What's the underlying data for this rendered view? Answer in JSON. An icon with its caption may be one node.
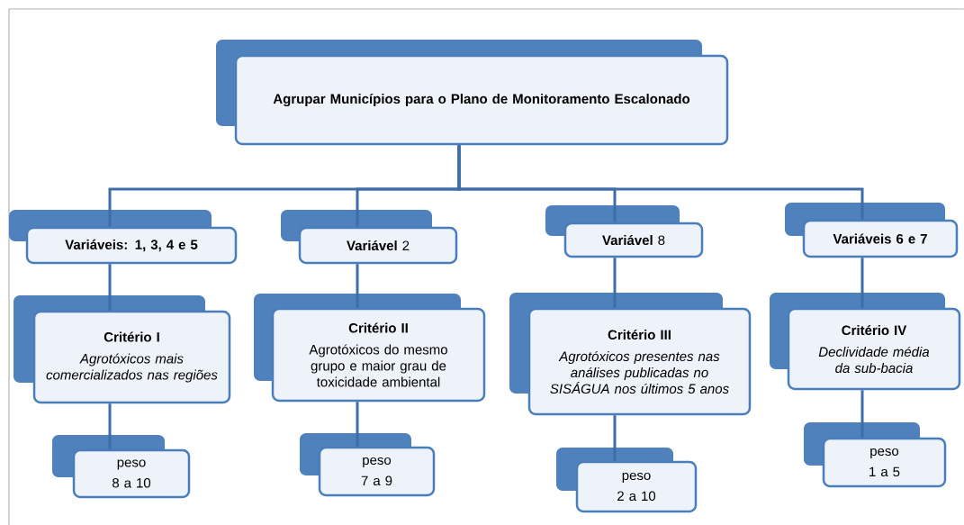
{
  "diagram": {
    "nodes": [
      {
        "text": [
          "Agrupar Municípios para o Plano de Monitoramento Escalonado"
        ]
      },
      {
        "text": [
          "Variáveis: 1, 3, 4 e 5"
        ]
      },
      {
        "text": [
          "**Variável** 2"
        ]
      },
      {
        "text": [
          "**Variável** 8"
        ]
      },
      {
        "text": [
          "Variáveis 6 e 7"
        ]
      },
      {
        "text": [
          "Critério I",
          "Agrotóxicos mais comercializados nas regiões"
        ]
      },
      {
        "text": [
          "Critério II",
          "Agrotóxicos do mesmo grupo e maior grau de toxicidade ambiental"
        ]
      },
      {
        "text": [
          "Critério III",
          "Agrotóxicos presentes nas análises publicadas no SISÁGUA nos últimos 5 anos"
        ]
      },
      {
        "text": [
          "Critério IV",
          "Declividade média da sub-bacia"
        ]
      },
      {
        "text": [
          "peso",
          "8 a 10"
        ]
      },
      {
        "text": [
          "peso",
          "7 a 9"
        ]
      },
      {
        "text": [
          "peso",
          "2 a 10"
        ]
      },
      {
        "text": [
          "peso",
          "1 a 5"
        ]
      }
    ],
    "edges": [
      {
        "from": 0,
        "to": 1,
        "arrow": "none"
      },
      {
        "from": 0,
        "to": 2,
        "arrow": "none"
      },
      {
        "from": 0,
        "to": 3,
        "arrow": "none"
      },
      {
        "from": 0,
        "to": 4,
        "arrow": "none"
      },
      {
        "from": 1,
        "to": 5,
        "arrow": "none"
      },
      {
        "from": 2,
        "to": 6,
        "arrow": "none"
      },
      {
        "from": 3,
        "to": 7,
        "arrow": "none"
      },
      {
        "from": 4,
        "to": 8,
        "arrow": "none"
      },
      {
        "from": 5,
        "to": 9,
        "arrow": "none"
      },
      {
        "from": 6,
        "to": 10,
        "arrow": "none"
      },
      {
        "from": 7,
        "to": 11,
        "arrow": "none"
      },
      {
        "from": 8,
        "to": 12,
        "arrow": "none"
      }
    ]
  }
}
